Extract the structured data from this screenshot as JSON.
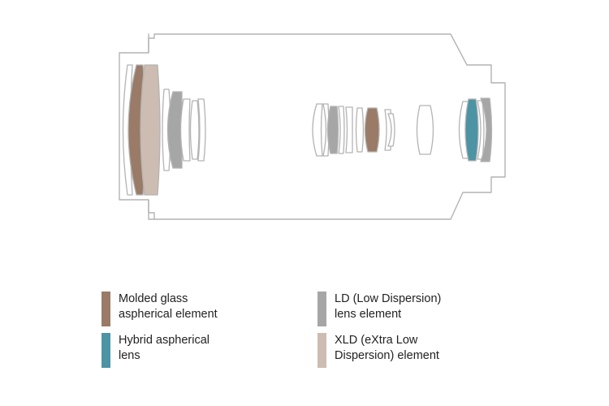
{
  "colors": {
    "outline": "#b3b3b3",
    "molded_glass_aspherical": "#9a7b67",
    "hybrid_aspherical": "#4c93a4",
    "ld": "#a6a6a6",
    "xld": "#cdbcb1"
  },
  "legend": [
    {
      "key": "molded_glass_aspherical",
      "color": "#9a7b67",
      "line1": "Molded glass",
      "line2": "aspherical element"
    },
    {
      "key": "ld",
      "color": "#a6a6a6",
      "line1": "LD (Low Dispersion)",
      "line2": "lens element"
    },
    {
      "key": "hybrid_aspherical",
      "color": "#4c93a4",
      "line1": "Hybrid aspherical",
      "line2": "lens"
    },
    {
      "key": "xld",
      "color": "#cdbcb1",
      "line1": "XLD (eXtra Low",
      "line2": "Dispersion) element"
    }
  ]
}
